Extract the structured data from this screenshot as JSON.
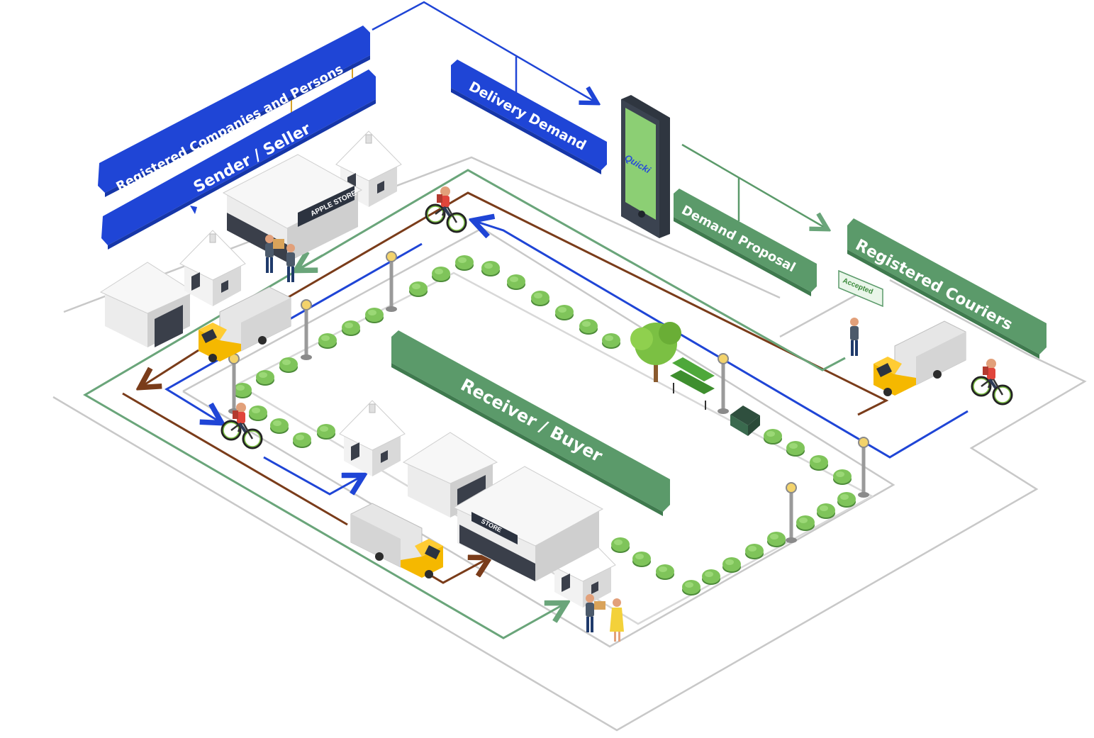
{
  "labels": {
    "registered_companies": "Registered Companies and Persons",
    "sender_seller": "Sender / Seller",
    "delivery_demand": "Delivery Demand",
    "demand_proposal": "Demand Proposal",
    "registered_couriers": "Registered Couriers",
    "receiver_buyer": "Receiver / Buyer",
    "accepted": "Accepted",
    "app_name": "Quicki",
    "apple_store": "APPLE STORE",
    "store": "STORE"
  },
  "colors": {
    "blue_label": "#1f45d6",
    "green_label": "#5b9a6a",
    "brown_route": "#7a3c1a",
    "blue_route": "#1f45d6",
    "green_route": "#6aa57a",
    "truck_yellow": "#f5b800",
    "phone_screen": "#8ccf74",
    "block_outline": "#c8c8c8"
  },
  "icons": [
    "smartphone-icon",
    "truck-icon",
    "bicycle-courier-icon",
    "house-icon",
    "garage-icon",
    "store-icon",
    "tree-icon",
    "bench-icon",
    "street-lamp-icon",
    "dumpster-icon",
    "person-icon"
  ]
}
